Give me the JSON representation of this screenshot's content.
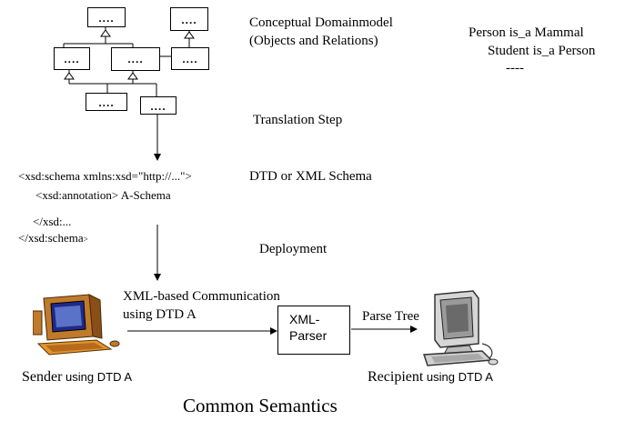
{
  "domain_model": {
    "title_line1": "Conceptual Domainmodel",
    "title_line2": "(Objects and Relations)",
    "class_box_label": "...."
  },
  "examples": {
    "line1": "Person is_a Mammal",
    "line2": "Student is_a Person",
    "line3": "----"
  },
  "translation_step": "Translation Step",
  "schema": {
    "line1": "<xsd:schema xmlns:xsd=\"http://...\">",
    "line2": "<xsd:annotation> A-Schema",
    "line3": "</xsd:...",
    "line4_main": "</xsd:schema",
    "line4_end": ">",
    "caption": "DTD or XML Schema"
  },
  "deployment": "Deployment",
  "communication": {
    "line1": "XML-based Communication",
    "line2": "using DTD A"
  },
  "parser": {
    "line1": "XML-",
    "line2": "Parser"
  },
  "parse_tree": "Parse Tree",
  "sender": {
    "name": "Sender",
    "suffix": " using DTD A"
  },
  "recipient": {
    "name": "Recipient",
    "suffix": " using DTD A"
  },
  "footer": "Common Semantics"
}
